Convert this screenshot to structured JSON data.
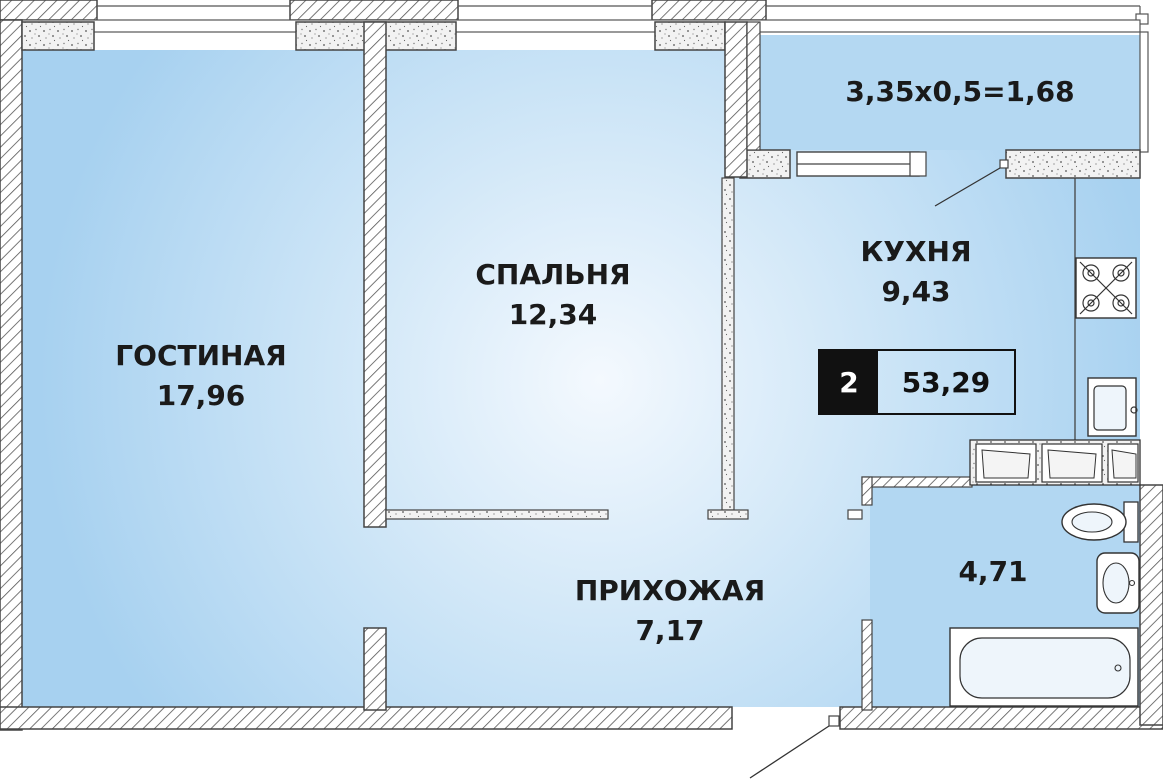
{
  "rooms": {
    "living": {
      "name": "ГОСТИНАЯ",
      "area": "17,96"
    },
    "bedroom": {
      "name": "СПАЛЬНЯ",
      "area": "12,34"
    },
    "kitchen": {
      "name": "КУХНЯ",
      "area": "9,43"
    },
    "hallway": {
      "name": "ПРИХОЖАЯ",
      "area": "7,17"
    },
    "bathroom": {
      "area": "4,71"
    },
    "balcony": {
      "formula": "3,35x0,5=1,68"
    }
  },
  "summary": {
    "room_count": "2",
    "total_area": "53,29"
  },
  "colors": {
    "floor_light": "#e8f3fc",
    "floor_dark": "#a9d2f0",
    "wall_hatch": "#666666",
    "text": "#1a1a1a",
    "badge": "#111111"
  }
}
